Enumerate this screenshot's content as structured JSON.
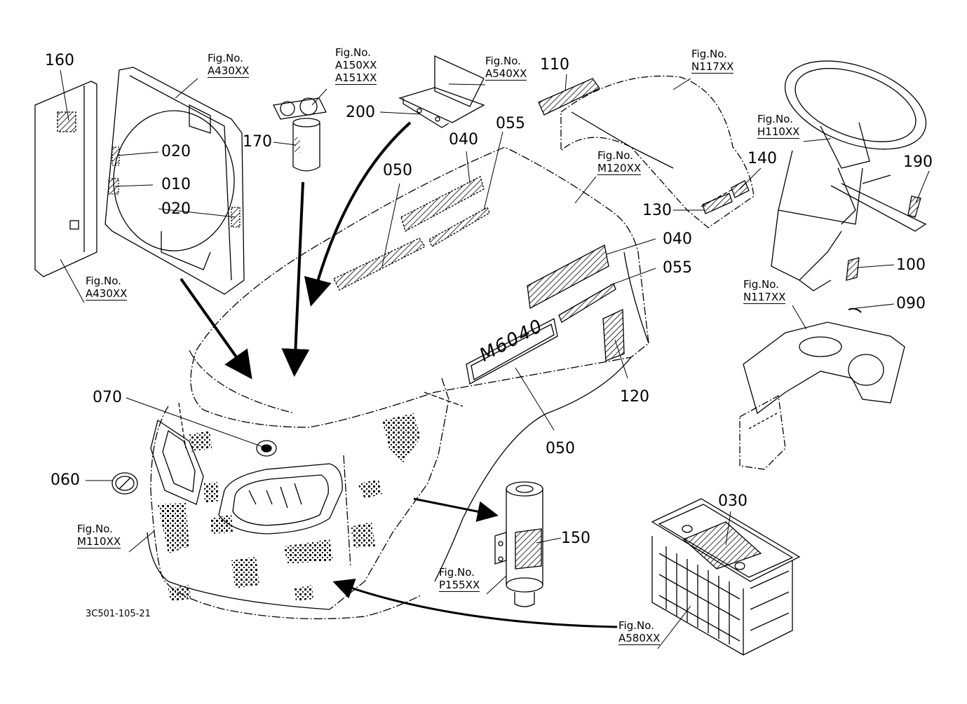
{
  "drawing_number": "3C501-105-21",
  "part_labels": {
    "p160": "160",
    "p020a": "020",
    "p010": "010",
    "p020b": "020",
    "p170": "170",
    "p200": "200",
    "p110": "110",
    "p040a": "040",
    "p055a": "055",
    "p050a": "050",
    "p130": "130",
    "p140": "140",
    "p190": "190",
    "p040b": "040",
    "p055b": "055",
    "p100": "100",
    "p090": "090",
    "p120": "120",
    "p070": "070",
    "p060": "060",
    "p050b": "050",
    "p150": "150",
    "p030": "030"
  },
  "figure_refs": {
    "fig_a430_top": {
      "prefix": "Fig.No.",
      "codes": [
        "A430XX"
      ]
    },
    "fig_a150": {
      "prefix": "Fig.No.",
      "codes": [
        "A150XX",
        "A151XX"
      ]
    },
    "fig_a540": {
      "prefix": "Fig.No.",
      "codes": [
        "A540XX"
      ]
    },
    "fig_n117_top": {
      "prefix": "Fig.No.",
      "codes": [
        "N117XX"
      ]
    },
    "fig_h110": {
      "prefix": "Fig.No.",
      "codes": [
        "H110XX"
      ]
    },
    "fig_m120": {
      "prefix": "Fig.No.",
      "codes": [
        "M120XX"
      ]
    },
    "fig_a430_left": {
      "prefix": "Fig.No.",
      "codes": [
        "A430XX"
      ]
    },
    "fig_n117_right": {
      "prefix": "Fig.No.",
      "codes": [
        "N117XX"
      ]
    },
    "fig_m110": {
      "prefix": "Fig.No.",
      "codes": [
        "M110XX"
      ]
    },
    "fig_p155": {
      "prefix": "Fig.No.",
      "codes": [
        "P155XX"
      ]
    },
    "fig_a580": {
      "prefix": "Fig.No.",
      "codes": [
        "A580XX"
      ]
    }
  },
  "decal_text": {
    "model_badge": "M6040"
  },
  "colors": {
    "line": "#000000",
    "background": "#ffffff",
    "hatch": "#000000"
  }
}
